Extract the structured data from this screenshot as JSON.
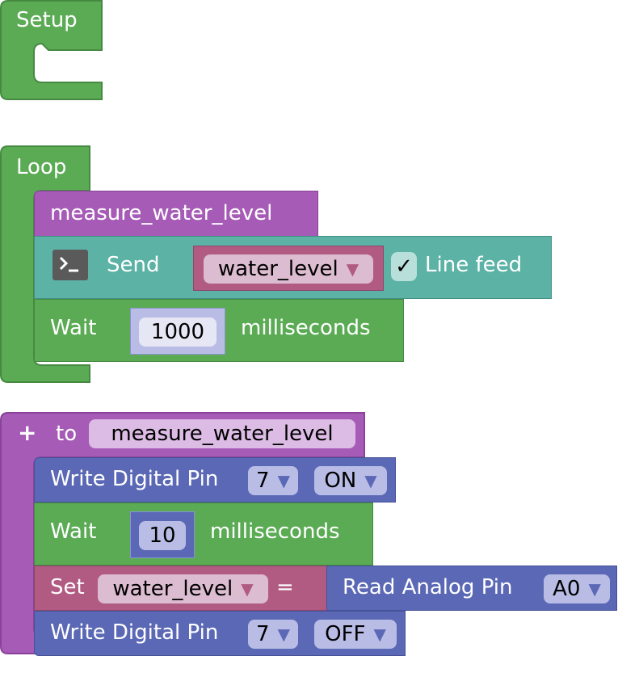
{
  "colors": {
    "control": "#5bab55",
    "procedure": "#a65bb6",
    "serial": "#5bb2a5",
    "variable": "#b15b83",
    "pin": "#5b68b5",
    "number_block": "#8a93d0"
  },
  "setup_block": {
    "label": "Setup"
  },
  "loop_block": {
    "label": "Loop",
    "call": {
      "label": "measure_water_level"
    },
    "send": {
      "icon": "terminal-icon",
      "label": "Send",
      "variable": "water_level",
      "check": "✓",
      "line_feed": "Line feed"
    },
    "wait": {
      "label": "Wait",
      "value": "1000",
      "unit": "milliseconds"
    }
  },
  "procedure_block": {
    "plus": "+",
    "to_label": "to",
    "name": "measure_water_level",
    "write1": {
      "label": "Write Digital Pin",
      "pin": "7",
      "state": "ON"
    },
    "wait": {
      "label": "Wait",
      "value": "10",
      "unit": "milliseconds"
    },
    "set": {
      "label": "Set",
      "variable": "water_level",
      "equals": "=",
      "read_label": "Read Analog Pin",
      "read_pin": "A0"
    },
    "write2": {
      "label": "Write Digital Pin",
      "pin": "7",
      "state": "OFF"
    }
  },
  "dropdown_arrow": "▼"
}
